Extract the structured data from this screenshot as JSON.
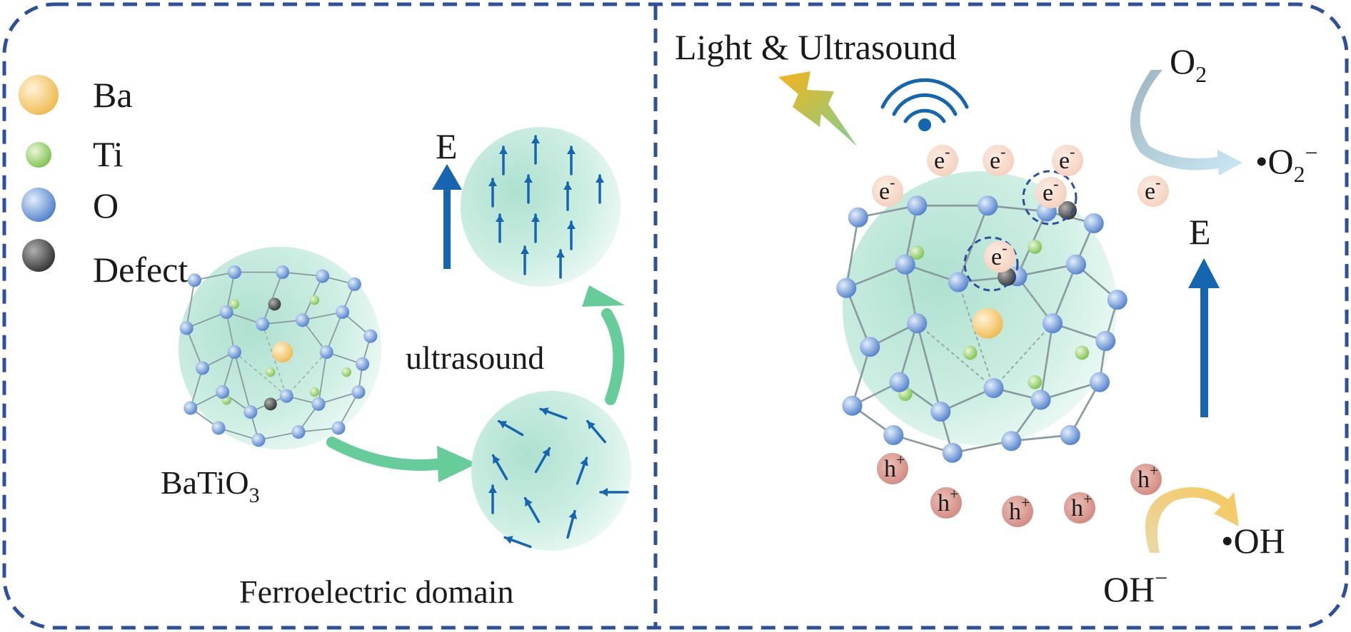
{
  "legend": {
    "items": [
      {
        "label": "Ba",
        "color": "#f5c86a"
      },
      {
        "label": "Ti",
        "color": "#9fd27a"
      },
      {
        "label": "O",
        "color": "#7da7df"
      },
      {
        "label": "Defect",
        "color": "#555555"
      }
    ]
  },
  "left_panel": {
    "crystal_label_main": "BaTiO",
    "crystal_label_sub": "3",
    "field_label": "E",
    "process_label": "ultrasound",
    "domain_label": "Ferroelectric domain"
  },
  "right_panel": {
    "stimulus_label": "Light & Ultrasound",
    "field_label": "E",
    "oxygen_main": "O",
    "oxygen_sub": "2",
    "superoxide_main": "•O",
    "superoxide_sub": "2",
    "superoxide_sup": "−",
    "hydroxyl_radical": "•OH",
    "hydroxide_main": "OH",
    "hydroxide_sup": "−",
    "electron_main": "e",
    "electron_sup": "-",
    "hole_main": "h",
    "hole_sup": "+"
  },
  "colors": {
    "border": "#2e4f9b",
    "field_arrow": "#1565b0",
    "process_arrow": "#66cc99",
    "sphere": "#bfe8dc",
    "electron_bubble": "#f8d8c8",
    "hole_bubble": "#d99a90"
  },
  "icons": [
    "lightning-icon",
    "wifi-icon"
  ]
}
